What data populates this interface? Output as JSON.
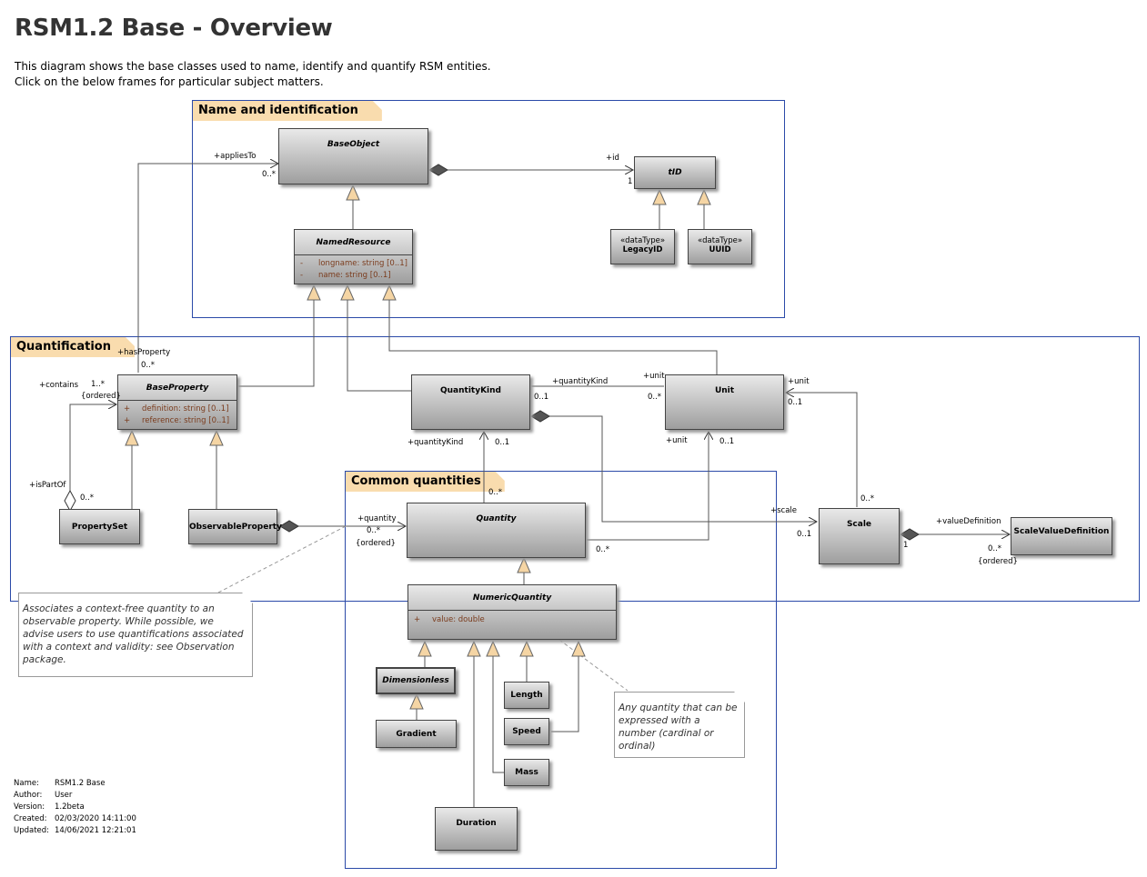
{
  "title": "RSM1.2 Base - Overview",
  "description": {
    "line1": "This diagram shows the base classes used to name, identify and quantify RSM entities.",
    "line2": "Click on the below frames for particular subject matters."
  },
  "frames": {
    "naming": "Name and identification",
    "quantification": "Quantification",
    "common": "Common quantities"
  },
  "classes": {
    "base_object": "BaseObject",
    "tid": "tID",
    "legacy_id": {
      "stereotype": "«dataType»",
      "name": "LegacyID"
    },
    "uuid": {
      "stereotype": "«dataType»",
      "name": "UUID"
    },
    "named_resource": {
      "name": "NamedResource",
      "attributes": [
        {
          "vis": "-",
          "text": "longname: string [0..1]"
        },
        {
          "vis": "-",
          "text": "name: string [0..1]"
        }
      ]
    },
    "base_property": {
      "name": "BaseProperty",
      "attributes": [
        {
          "vis": "+",
          "text": "definition: string [0..1]"
        },
        {
          "vis": "+",
          "text": "reference: string [0..1]"
        }
      ]
    },
    "property_set": "PropertySet",
    "observable_property": "ObservableProperty",
    "quantity_kind": "QuantityKind",
    "unit": "Unit",
    "quantity": "Quantity",
    "scale": "Scale",
    "scale_value_definition": "ScaleValueDefinition",
    "numeric_quantity": {
      "name": "NumericQuantity",
      "attributes": [
        {
          "vis": "+",
          "text": "value: double"
        }
      ]
    },
    "dimensionless": "Dimensionless",
    "gradient": "Gradient",
    "length": "Length",
    "speed": "Speed",
    "mass": "Mass",
    "duration": "Duration"
  },
  "labels": {
    "applies_to": "+appliesTo",
    "applies_mult": "0..*",
    "id": "+id",
    "id_mult": "1",
    "has_property": "+hasProperty",
    "has_property_mult": "0..*",
    "contains": "+contains",
    "contains_mult": "1..*",
    "contains_ordered": "{ordered}",
    "is_part_of": "+isPartOf",
    "is_part_of_mult": "0..*",
    "qk_role": "+quantityKind",
    "qk_mult_left": "0..1",
    "unit_role_top": "+unit",
    "unit_mult_top": "0..*",
    "unit_scale_role": "+unit",
    "unit_scale_mult": "0..1",
    "quantity_qk_role": "+quantityKind",
    "quantity_qk_mult": "0..1",
    "quantity_unit_role": "+unit",
    "quantity_unit_mult": "0..1",
    "quantity_from_qk_mult": "0..*",
    "quantity_role": "+quantity",
    "quantity_mult": "0..*",
    "quantity_ordered": "{ordered}",
    "quantity_right_mult": "0..*",
    "scale_role": "+scale",
    "scale_mult": "0..1",
    "scale_unit_mult": "0..*",
    "value_def_role": "+valueDefinition",
    "value_def_one": "1",
    "value_def_mult": "0..*",
    "value_def_ordered": "{ordered}"
  },
  "notes": {
    "observable": "Associates a context-free quantity to an observable property. While possible, we advise users to use quantifications associated with a context and validity: see Observation package.",
    "numeric": "Any quantity that can be expressed with a number (cardinal or ordinal)"
  },
  "metadata": [
    {
      "key": "Name:",
      "value": "RSM1.2 Base"
    },
    {
      "key": "Author:",
      "value": "User"
    },
    {
      "key": "Version:",
      "value": "1.2beta"
    },
    {
      "key": "Created:",
      "value": "02/03/2020 14:11:00"
    },
    {
      "key": "Updated:",
      "value": "14/06/2021 12:21:01"
    }
  ]
}
